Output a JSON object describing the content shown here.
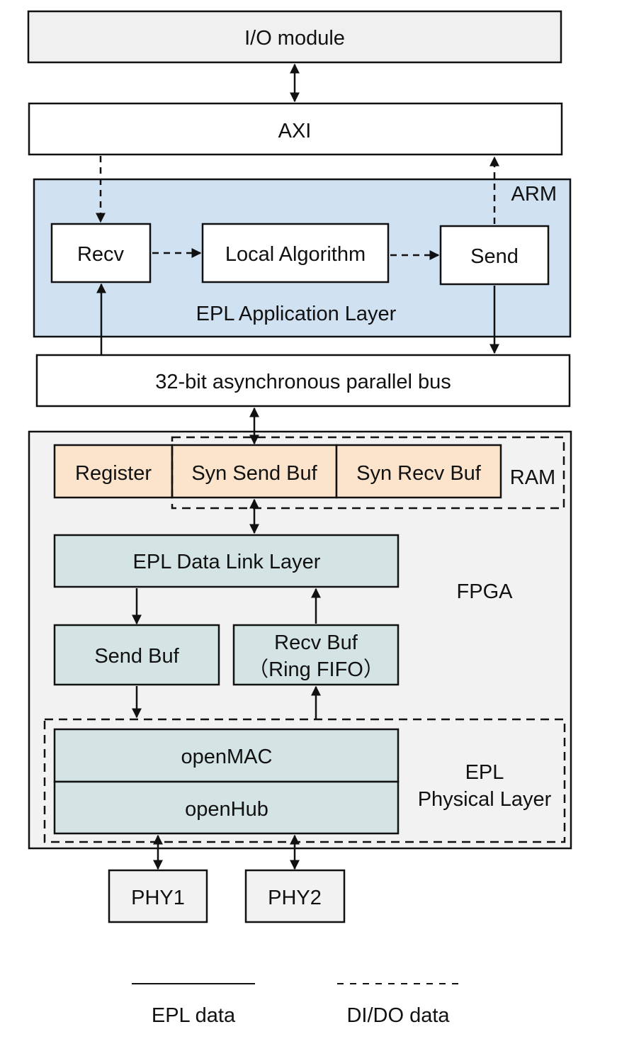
{
  "colors": {
    "io_fill": "#f0f0f0",
    "arm_fill": "#d0e1f2",
    "fpga_fill": "#f2f2f2",
    "ram_fill": "#fbe3cc",
    "layer_fill": "#d4e3e3",
    "white": "#ffffff",
    "stroke": "#111111"
  },
  "blocks": {
    "io_module": "I/O module",
    "axi": "AXI",
    "arm": "ARM",
    "recv": "Recv",
    "local_algorithm": "Local Algorithm",
    "send": "Send",
    "epl_application_layer": "EPL Application Layer",
    "parallel_bus": "32-bit asynchronous parallel bus",
    "register": "Register",
    "syn_send_buf": "Syn Send Buf",
    "syn_recv_buf": "Syn Recv Buf",
    "ram": "RAM",
    "epl_data_link_layer": "EPL Data Link Layer",
    "fpga": "FPGA",
    "send_buf": "Send Buf",
    "recv_buf_line1": "Recv Buf",
    "recv_buf_line2": "（Ring FIFO）",
    "openmac": "openMAC",
    "openhub": "openHub",
    "epl_physical_line1": "EPL",
    "epl_physical_line2": "Physical Layer",
    "phy1": "PHY1",
    "phy2": "PHY2"
  },
  "legend": {
    "solid_label": "EPL data",
    "dashed_label": "DI/DO data"
  }
}
